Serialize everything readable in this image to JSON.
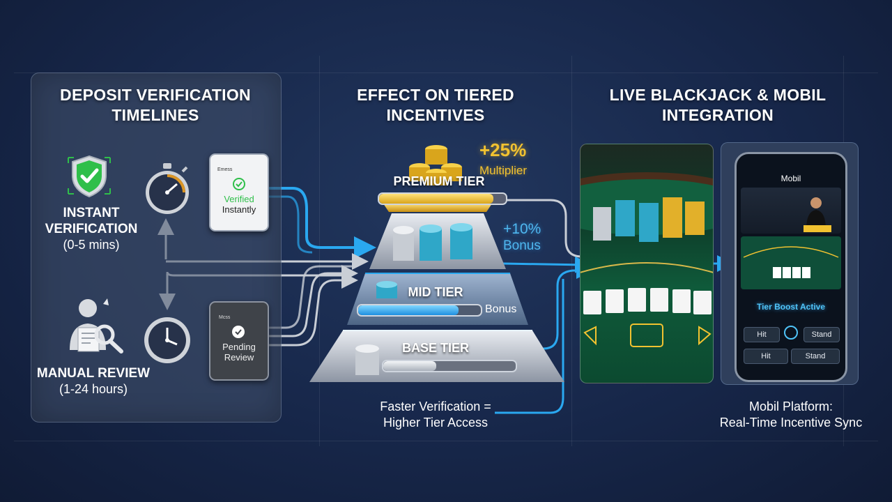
{
  "sections": {
    "deposit": {
      "title_line1": "DEPOSIT VERIFICATION",
      "title_line2": "TIMELINES",
      "instant": {
        "title1": "INSTANT",
        "title2": "VERIFICATION",
        "time": "(0-5 mins)"
      },
      "manual": {
        "title": "MANUAL REVIEW",
        "time": "(1-24 hours)"
      },
      "phone_verified": {
        "header": "Emess",
        "line1": "Verified",
        "line2": "Instantly"
      },
      "phone_pending": {
        "header": "Mcss",
        "line1": "Pending",
        "line2": "Review"
      }
    },
    "tiers": {
      "title_line1": "EFFECT ON TIERED",
      "title_line2": "INCENTIVES",
      "premium": {
        "label": "PREMIUM TIER",
        "bonus": "+25%",
        "bonus_sub": "Multiplier",
        "progress": 0.9
      },
      "mid": {
        "label": "MID TIER",
        "bonus": "+10%",
        "bonus_sub": "Bonus",
        "bar_text": "Bonus",
        "progress": 0.82
      },
      "base": {
        "label": "BASE TIER",
        "progress": 0.4
      },
      "caption_line1": "Faster Verification =",
      "caption_line2": "Higher Tier Access"
    },
    "live": {
      "title_line1": "LIVE BLACKJACK & MOBIL",
      "title_line2": "INTEGRATION",
      "phone_title": "Mobil",
      "tier_boost": "Tier Boost Active",
      "buttons": [
        "Hit",
        "Stand",
        "Hit",
        "Stand"
      ],
      "caption_line1": "Mobil Platform:",
      "caption_line2": "Real-Time Incentive Sync"
    }
  },
  "colors": {
    "accent_blue": "#2aa8f0",
    "gold": "#f2c230",
    "green_check": "#2fbf4a",
    "felt": "#0f5a3a"
  }
}
